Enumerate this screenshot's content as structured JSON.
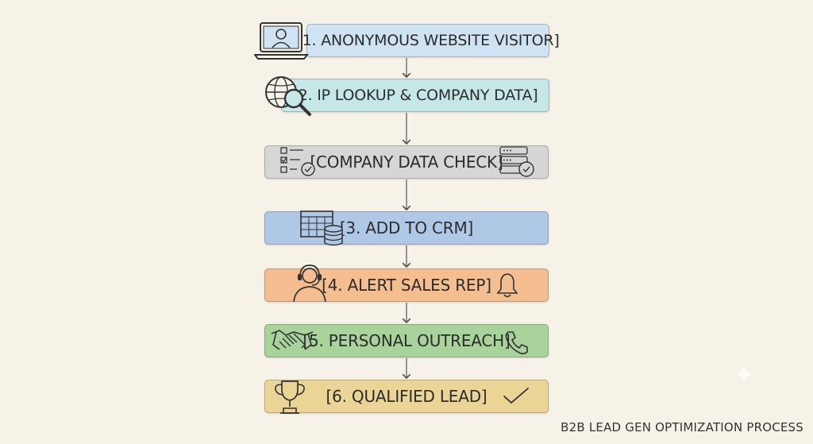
{
  "steps": [
    {
      "label": "[1. ANONYMOUS WEBSITE VISITOR]",
      "icon": "laptop-user-icon",
      "color": "#cfe3f2"
    },
    {
      "label": "[2. IP LOOKUP & COMPANY DATA]",
      "icon": "globe-search-icon",
      "color": "#c5e7e6"
    },
    {
      "label": "[COMPANY DATA CHECK]",
      "icon": "checklist-icon",
      "icon_right": "server-check-icon",
      "color": "#d6d6d6"
    },
    {
      "label": "[3. ADD TO CRM]",
      "icon": "spreadsheet-database-icon",
      "color": "#aec8e6"
    },
    {
      "label": "[4. ALERT SALES REP]",
      "icon": "headset-person-icon",
      "icon_right": "bell-icon",
      "color": "#f4be90"
    },
    {
      "label": "[5. PERSONAL OUTREACH]",
      "icon": "handshake-icon",
      "icon_right": "phone-icon",
      "color": "#a8d39a"
    },
    {
      "label": "[6. QUALIFIED LEAD]",
      "icon": "trophy-icon",
      "icon_right": "checkmark-icon",
      "color": "#ead597"
    }
  ],
  "footer": "B2B LEAD GEN OPTIMIZATION PROCESS"
}
